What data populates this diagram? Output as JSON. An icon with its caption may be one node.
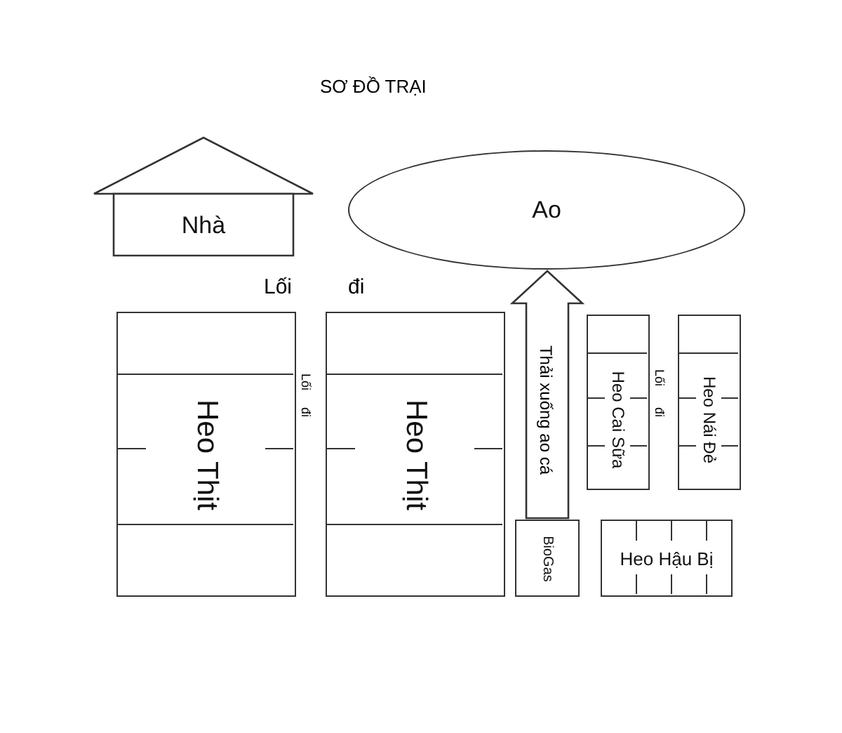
{
  "diagram": {
    "title": "SƠ ĐỒ TRẠI",
    "nodes": [
      {
        "text": [
          "Nhà"
        ]
      },
      {
        "text": [
          "Ao"
        ]
      },
      {
        "text": [
          "Heo Thịt"
        ]
      },
      {
        "text": [
          "Heo Thịt"
        ]
      },
      {
        "text": [
          "Heo Cai Sữa"
        ]
      },
      {
        "text": [
          "Heo Nái Đẻ"
        ]
      },
      {
        "text": [
          "BioGas"
        ]
      },
      {
        "text": [
          "Heo Hậu Bị"
        ]
      }
    ],
    "edges": [
      {
        "from": 6,
        "to": 1,
        "arrow": "to",
        "label": "Thải xuống ao cá"
      }
    ],
    "labels": [
      "Lối",
      "đi",
      "Lối",
      "đi",
      "Lối",
      "đi"
    ]
  }
}
